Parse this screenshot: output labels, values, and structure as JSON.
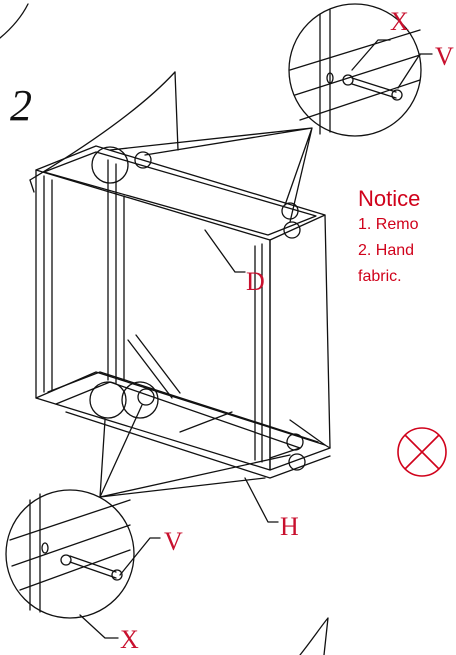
{
  "step_label": "2",
  "parts": {
    "panel_d": "D",
    "panel_h": "H",
    "top_detail_x": "X",
    "top_detail_v": "V",
    "bottom_detail_v": "V",
    "bottom_detail_x": "X"
  },
  "notice": {
    "title": "Notice",
    "lines": [
      "1. Remo",
      "2. Hand",
      "fabric."
    ]
  },
  "colors": {
    "line": "#111111",
    "label": "#c8102e",
    "notice": "#d0021b"
  },
  "icons": {
    "warning": "prohibited-circle-x-icon"
  }
}
